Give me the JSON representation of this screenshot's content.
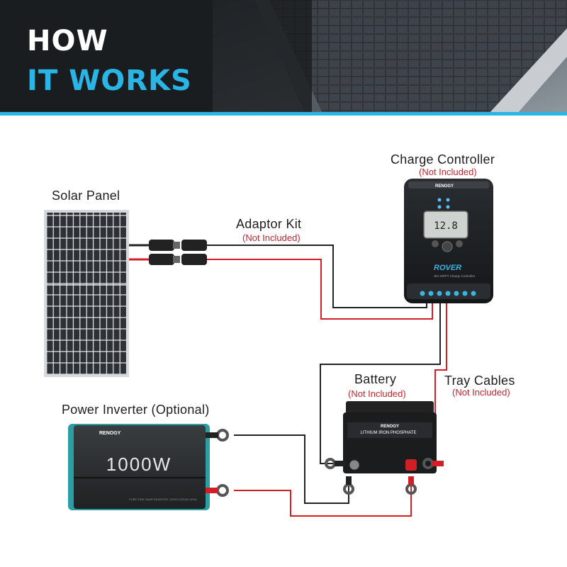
{
  "header": {
    "line1": "HOW",
    "line2": "IT WORKS"
  },
  "labels": {
    "solar_panel": "Solar Panel",
    "adaptor_kit": "Adaptor Kit",
    "adaptor_kit_note": "(Not Included)",
    "charge_controller": "Charge Controller",
    "charge_controller_note": "(Not Included)",
    "battery": "Battery",
    "battery_note": "(Not Included)",
    "tray_cables": "Tray Cables",
    "tray_cables_note": "(Not Included)",
    "power_inverter": "Power Inverter (Optional)"
  },
  "controller": {
    "brand": "RENOGY",
    "display": "12.8",
    "model": "ROVER",
    "subtitle": "30A MPPT Charge Controller"
  },
  "battery_unit": {
    "brand": "RENOGY",
    "type": "LITHIUM IRON PHOSPHATE"
  },
  "inverter": {
    "brand": "RENOGY",
    "rating": "1000W",
    "fine_print": "PURE SINE WAVE INVERTER 12VDC/120VAC 60HZ"
  },
  "colors": {
    "accent": "#29b6e6",
    "positive_wire": "#d21f26",
    "negative_wire": "#222222",
    "note_red": "#c0262d"
  }
}
